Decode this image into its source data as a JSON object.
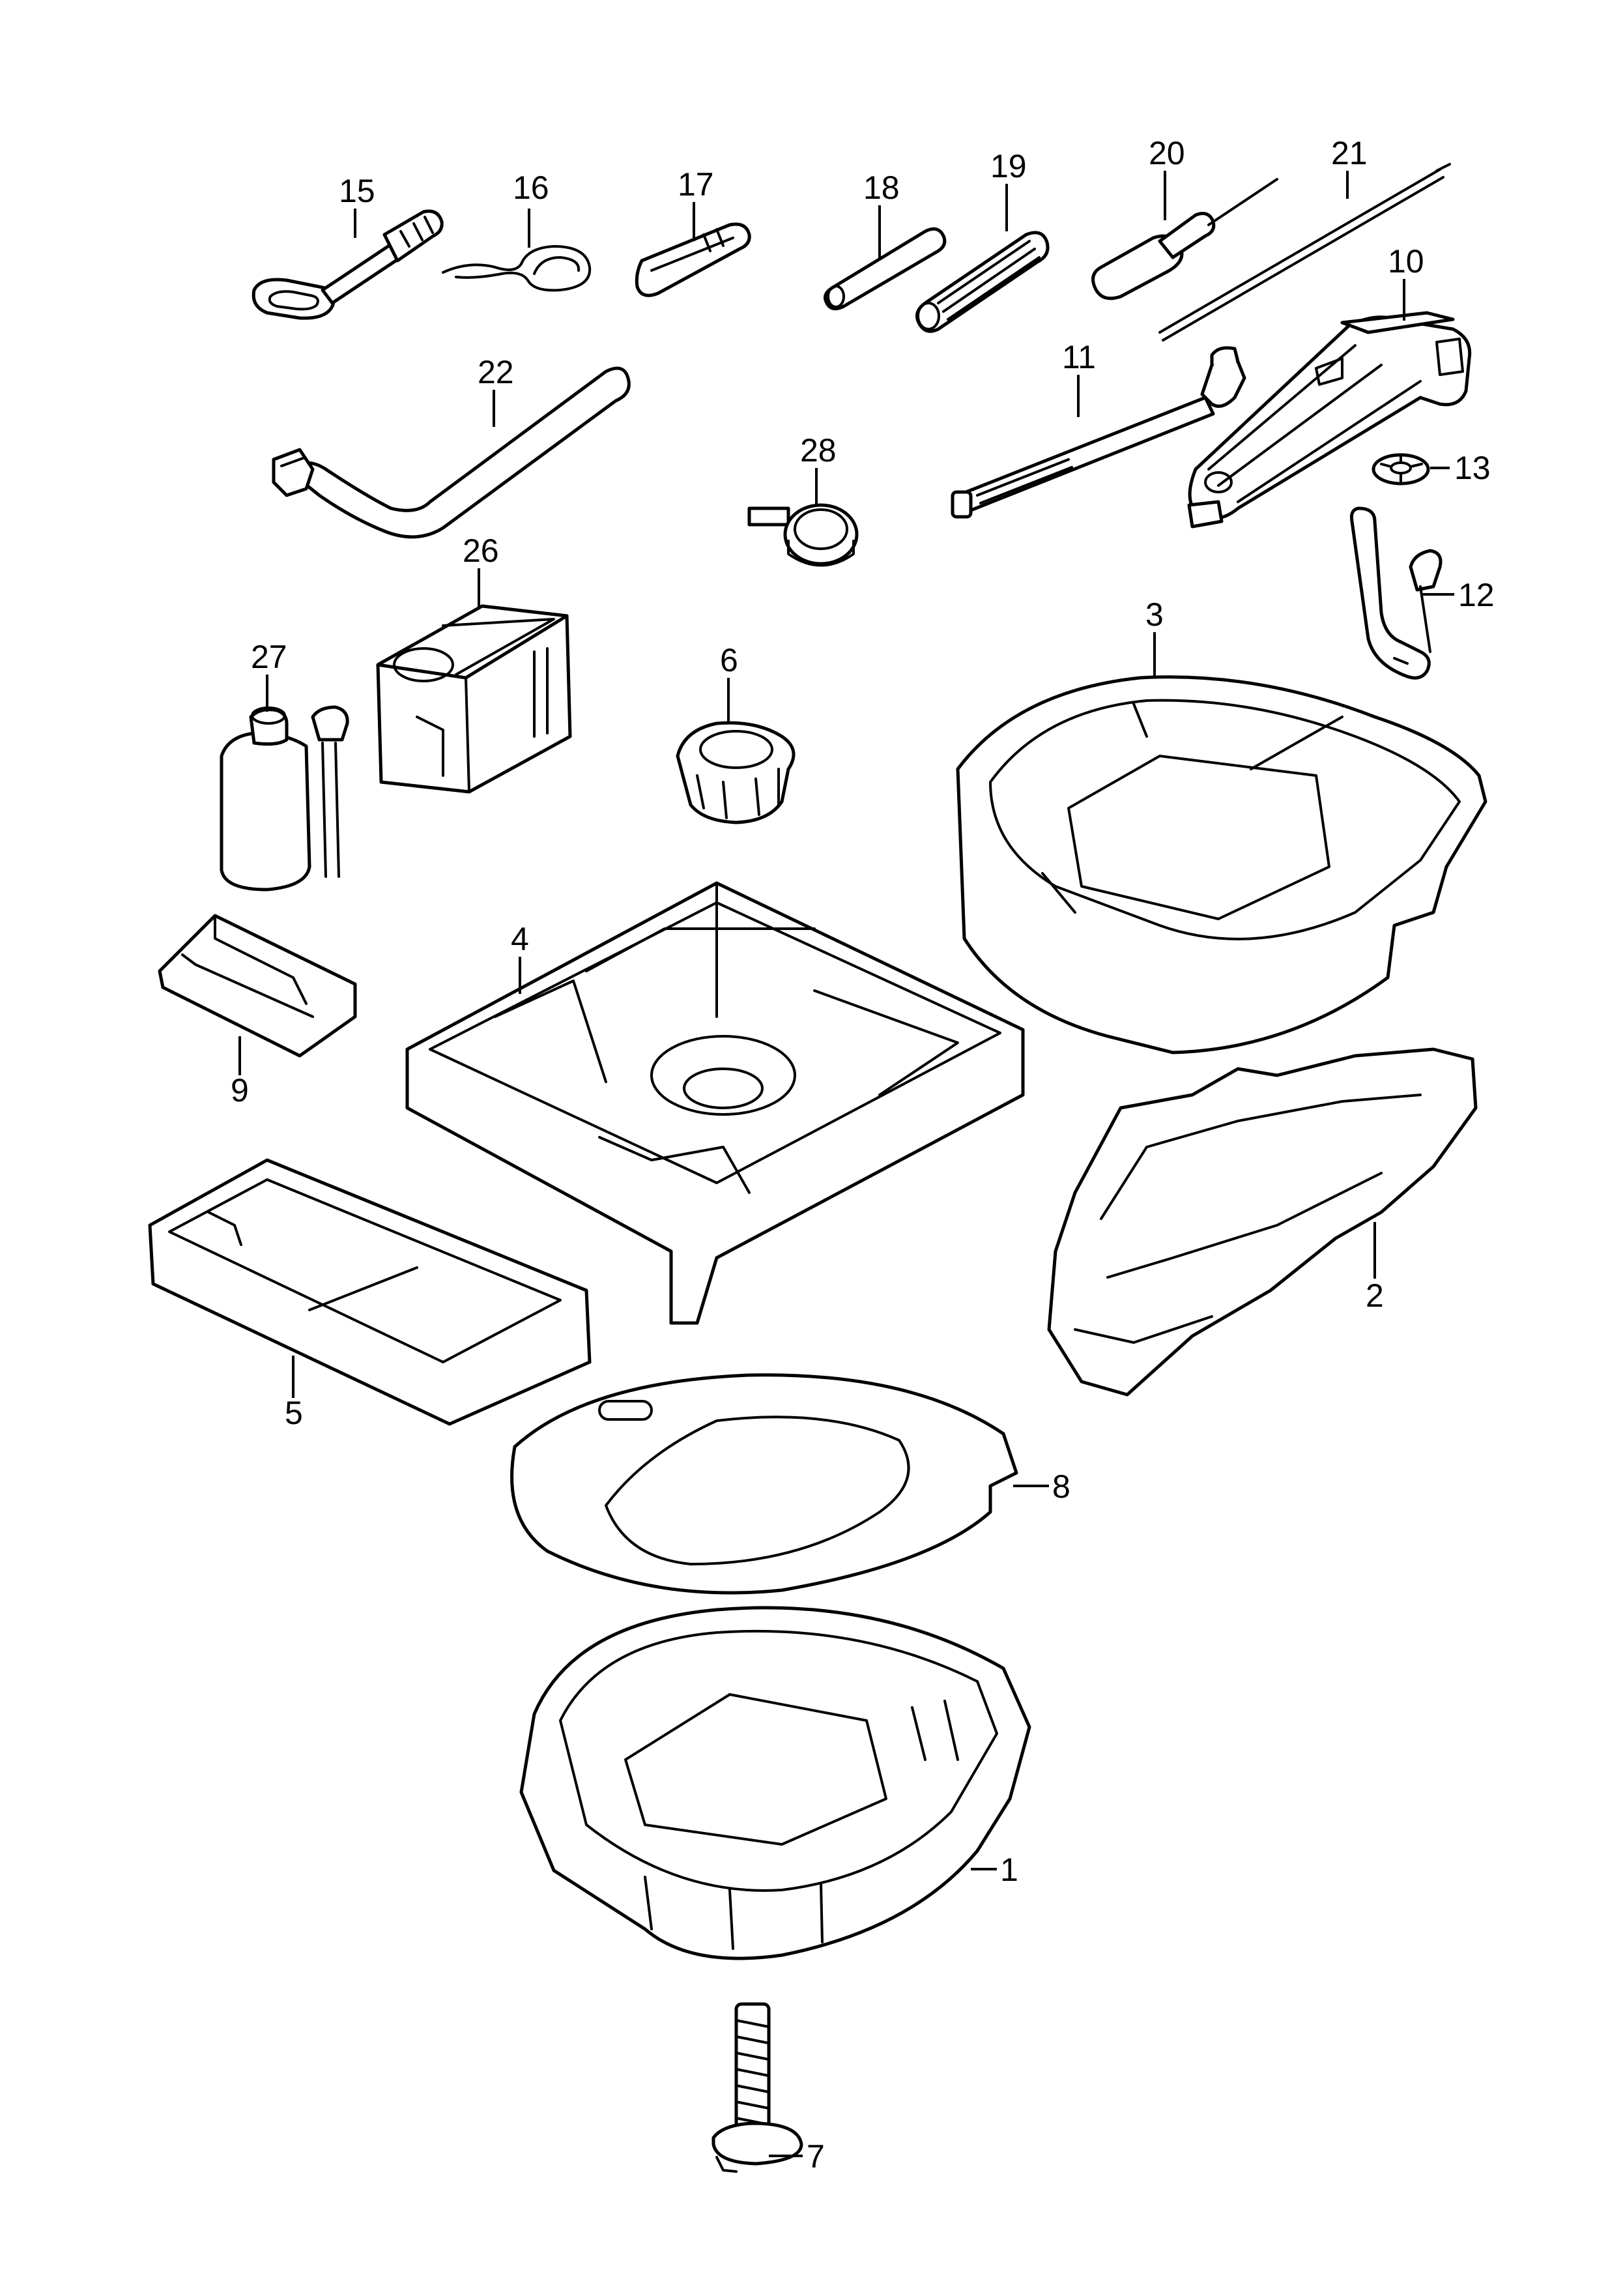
{
  "diagram": {
    "callouts": {
      "c1": "1",
      "c2": "2",
      "c3": "3",
      "c4": "4",
      "c5": "5",
      "c6": "6",
      "c7": "7",
      "c8": "8",
      "c9": "9",
      "c10": "10",
      "c11": "11",
      "c12": "12",
      "c13": "13",
      "c15": "15",
      "c16": "16",
      "c17": "17",
      "c18": "18",
      "c19": "19",
      "c20": "20",
      "c21": "21",
      "c22": "22",
      "c26": "26",
      "c27": "27",
      "c28": "28"
    }
  }
}
